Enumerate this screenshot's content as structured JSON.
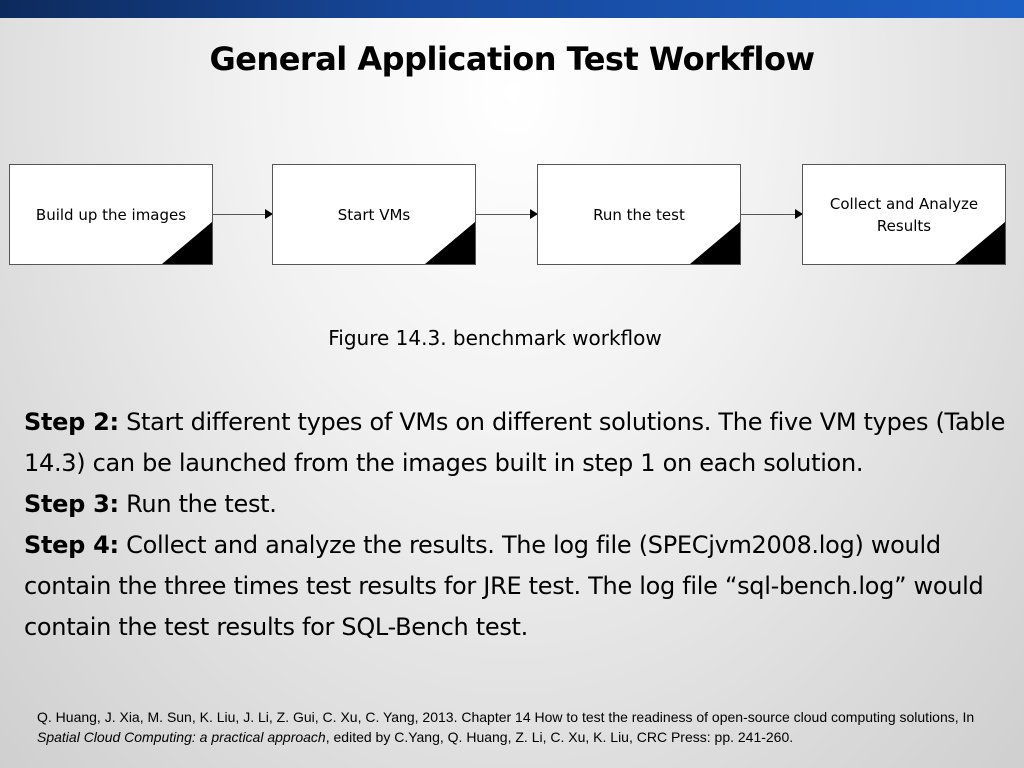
{
  "slide": {
    "title": "General Application Test Workflow"
  },
  "workflow": {
    "steps": [
      {
        "label": "Build up the images"
      },
      {
        "label": "Start VMs"
      },
      {
        "label": "Run the test"
      },
      {
        "label": "Collect and Analyze Results"
      }
    ],
    "caption": "Figure 14.3. benchmark workflow"
  },
  "body": {
    "paragraphs": [
      {
        "heading": "Step 2:",
        "text": "Start different types of VMs on different solutions. The five VM types (Table 14.3) can be launched from the images built in step 1 on each solution."
      },
      {
        "heading": "Step 3:",
        "text": "Run the test."
      },
      {
        "heading": "Step 4:",
        "text": "Collect and analyze the results. The log file (SPECjvm2008.log) would contain the three times test results for JRE test. The log file “sql-bench.log” would contain the test results for SQL-Bench test."
      }
    ]
  },
  "reference": {
    "prefix": "Q. Huang, J. Xia, M. Sun, K. Liu, J. Li, Z. Gui, C. Xu, C. Yang, 2013. Chapter 14 How to test the readiness of open-source cloud computing solutions, In ",
    "book_title": "Spatial Cloud Computing: a practical approach",
    "suffix": ", edited by C.Yang, Q. Huang, Z. Li, C. Xu, K. Liu, CRC Press: pp. 241-260."
  }
}
